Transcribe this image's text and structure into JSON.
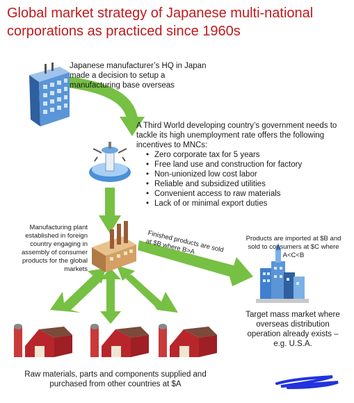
{
  "title": "Global market strategy of Japanese multi-national corporations as practiced since 1960s",
  "hq": {
    "text": "Japanese manufacturer’s HQ in Japan made a decision to setup a manufacturing base overseas"
  },
  "government": {
    "text": "A Third World developing country’s government needs to tackle its high unemployment rate offers the following incentives to MNCs:",
    "incentives": [
      "Zero corporate tax for 5 years",
      "Free land use and construction for factory",
      "Non-unionized low cost labor",
      "Reliable and subsidized utilities",
      "Convenient access to raw materials",
      "Lack of or minimal export duties"
    ]
  },
  "plant": {
    "text": "Manufacturing plant established in foreign country engaging in assembly of consumer products for the global markets"
  },
  "finished": {
    "text": "Finished products are sold at $B where B>A"
  },
  "imports": {
    "text": "Products are imported at $B and sold to consumers at $C where A<C<B"
  },
  "target": {
    "text": "Target mass market where overseas distribution operation already exists – e.g. U.S.A."
  },
  "suppliers": {
    "text": "Raw materials, parts and components supplied and purchased from other countries at $A"
  },
  "colors": {
    "title": "#c0191c",
    "arrow": "#76c043",
    "scribble": "#2233dd",
    "barn_red": "#b8262b",
    "building_blue": "#3f7fcf"
  }
}
